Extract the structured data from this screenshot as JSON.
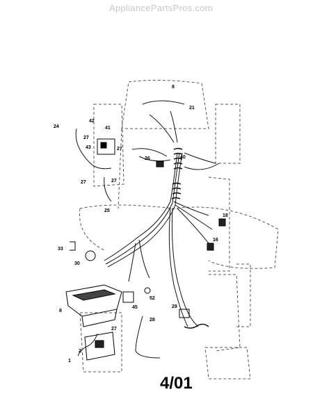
{
  "watermark": "AppliancePartsPros.com",
  "page_number": "4/01",
  "callouts": {
    "c1": "1",
    "c2": "2",
    "c8": "8",
    "c16": "16",
    "c18": "18",
    "c21": "21",
    "c24": "24",
    "c25": "25",
    "c26": "26",
    "c27a": "27",
    "c27b": "27",
    "c27c": "27",
    "c27d": "27",
    "c27e": "27",
    "c28": "28",
    "c29": "29",
    "c30": "30",
    "c33": "33",
    "c40": "40",
    "c41": "41",
    "c42": "42",
    "c43": "43",
    "c45": "45",
    "c52": "52",
    "c8top": "8"
  }
}
